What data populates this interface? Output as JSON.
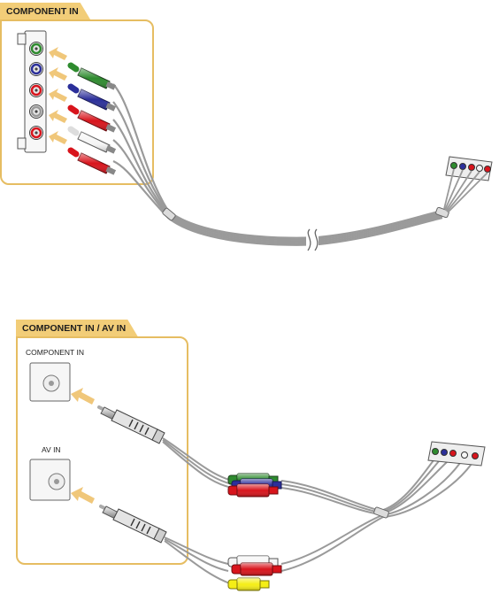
{
  "panels": {
    "top": {
      "title": "COMPONENT IN",
      "port_colors": [
        "green",
        "blue",
        "red",
        "white",
        "red"
      ]
    },
    "bottom": {
      "title": "COMPONENT IN / AV IN",
      "component_jack_label": "COMPONENT IN",
      "av_jack_label": "AV IN",
      "breakout_colors": [
        "green",
        "blue",
        "red",
        "white",
        "red",
        "yellow"
      ]
    }
  },
  "colors": {
    "tab": "#f2cd78",
    "frame": "#e6bd62",
    "arrow": "#f0c77a",
    "cable": "#9a9a9a",
    "green": "#2e8b2e",
    "blue": "#2b2f9a",
    "red": "#d8141c",
    "white": "#f5f5f5",
    "yellow": "#f5ee16"
  }
}
